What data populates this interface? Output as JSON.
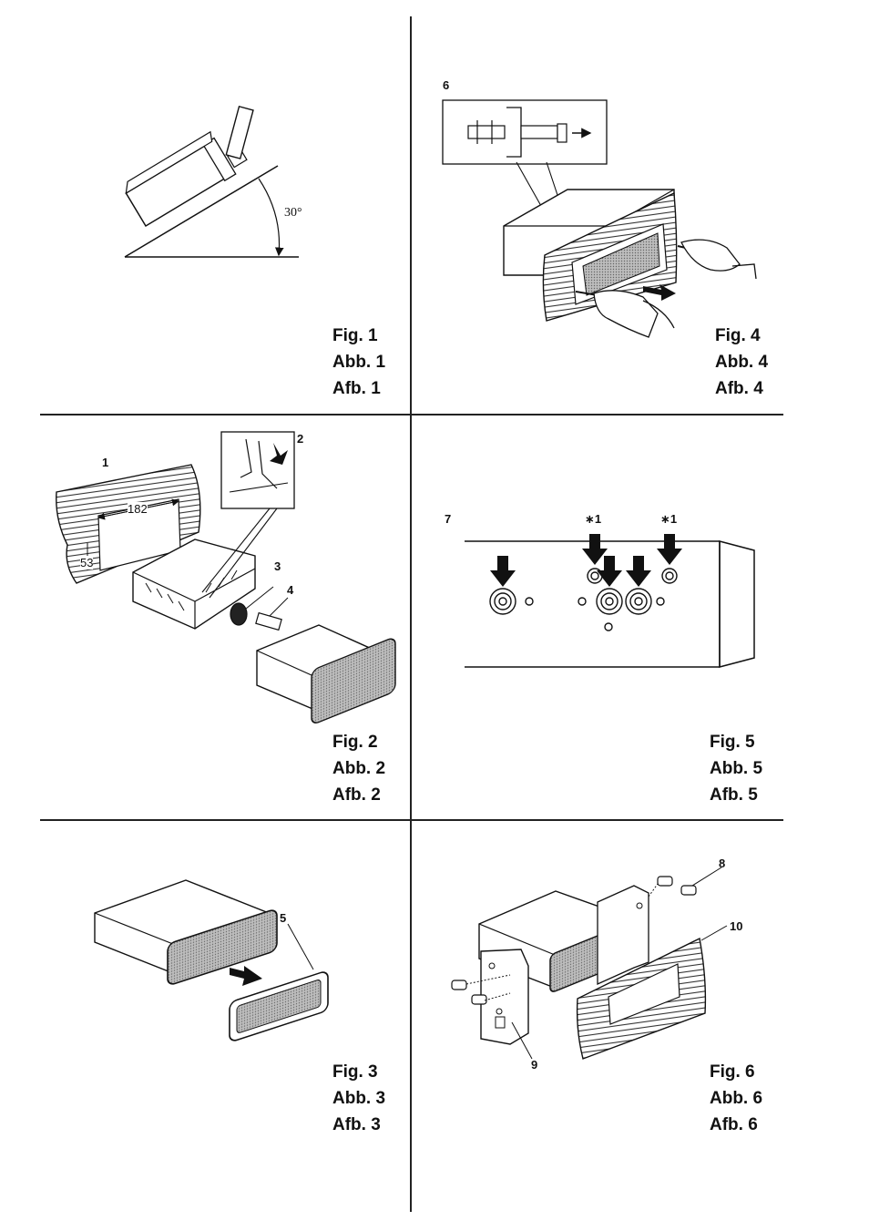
{
  "figures": [
    {
      "id": "fig1",
      "lines": [
        "Fig. 1",
        "Abb. 1",
        "Afb. 1"
      ],
      "angle_label": "30°"
    },
    {
      "id": "fig2",
      "lines": [
        "Fig. 2",
        "Abb. 2",
        "Afb. 2"
      ],
      "callouts": [
        "1",
        "2",
        "3",
        "4"
      ],
      "dim_width": "182",
      "dim_height": "53"
    },
    {
      "id": "fig3",
      "lines": [
        "Fig. 3",
        "Abb. 3",
        "Afb. 3"
      ],
      "callouts": [
        "5"
      ]
    },
    {
      "id": "fig4",
      "lines": [
        "Fig. 4",
        "Abb. 4",
        "Afb. 4"
      ],
      "callouts": [
        "6"
      ]
    },
    {
      "id": "fig5",
      "lines": [
        "Fig. 5",
        "Abb. 5",
        "Afb. 5"
      ],
      "callouts": [
        "7",
        "∗1",
        "∗1"
      ]
    },
    {
      "id": "fig6",
      "lines": [
        "Fig. 6",
        "Abb. 6",
        "Afb. 6"
      ],
      "callouts": [
        "8",
        "9",
        "10"
      ]
    }
  ]
}
